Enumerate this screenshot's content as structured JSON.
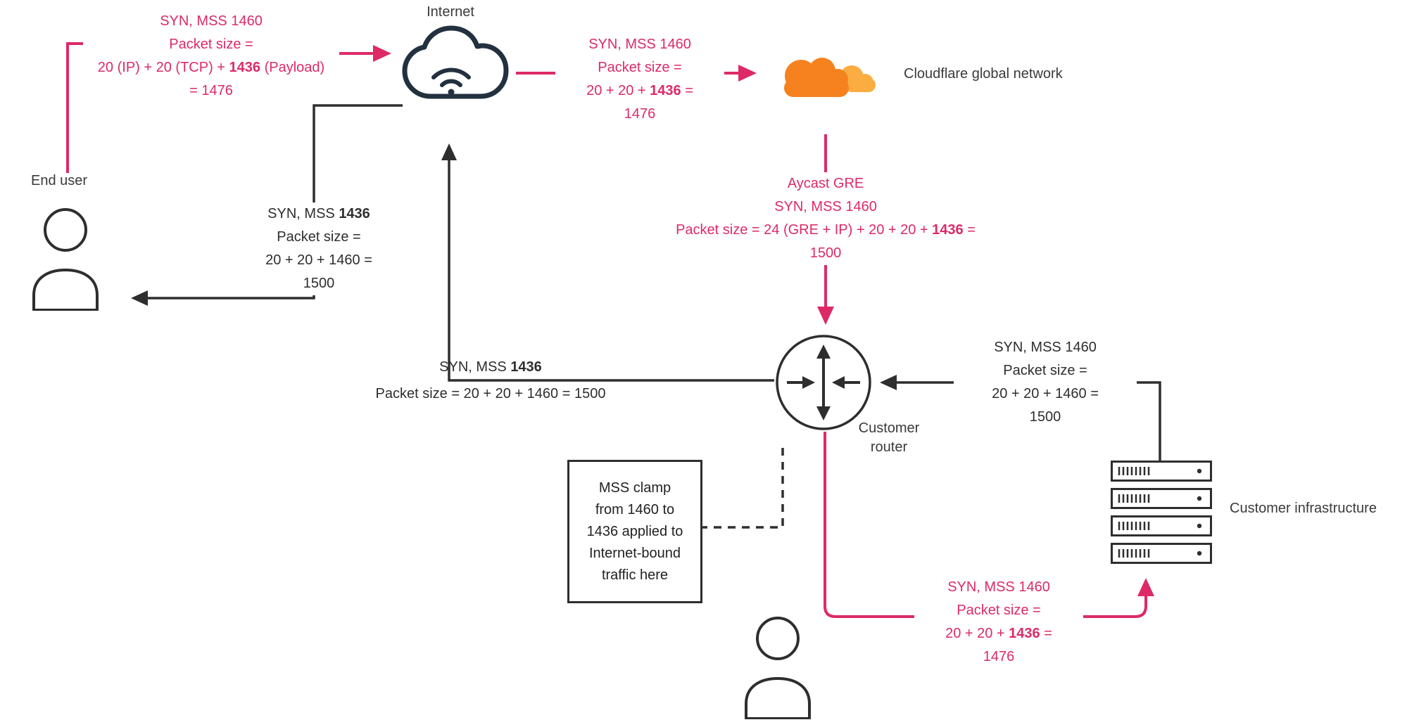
{
  "colors": {
    "pink": "#dd2a67",
    "dark": "#2e2e2e",
    "navy": "#22303f",
    "orange": "#f6821f",
    "orange_light": "#fbad41",
    "text": "#3a3a3a",
    "background": "#ffffff"
  },
  "nodes": {
    "internet": {
      "label": "Internet"
    },
    "cloudflare": {
      "label": "Cloudflare global network"
    },
    "end_user": {
      "label": "End user"
    },
    "customer_router": {
      "label": "Customer router"
    },
    "customer_infrastructure": {
      "label": "Customer infrastructure"
    }
  },
  "flows": {
    "user_to_internet": {
      "color": "pink",
      "lines": [
        [
          {
            "t": "SYN, MSS 1460"
          }
        ],
        [
          {
            "t": "Packet size ="
          }
        ],
        [
          {
            "t": "20 (IP) + 20 (TCP) + "
          },
          {
            "t": "1436",
            "b": true
          },
          {
            "t": " (Payload)"
          }
        ],
        [
          {
            "t": "= 1476"
          }
        ]
      ]
    },
    "internet_to_cloudflare": {
      "color": "pink",
      "lines": [
        [
          {
            "t": "SYN, MSS 1460"
          }
        ],
        [
          {
            "t": "Packet size ="
          }
        ],
        [
          {
            "t": "20 + 20 + "
          },
          {
            "t": "1436",
            "b": true
          },
          {
            "t": " ="
          }
        ],
        [
          {
            "t": "1476"
          }
        ]
      ]
    },
    "cloudflare_to_router": {
      "color": "pink",
      "lines": [
        [
          {
            "t": "Aycast GRE"
          }
        ],
        [
          {
            "t": "SYN, MSS 1460"
          }
        ],
        [
          {
            "t": "Packet size = 24 (GRE + IP) + 20 + 20 + "
          },
          {
            "t": "1436",
            "b": true
          },
          {
            "t": " ="
          }
        ],
        [
          {
            "t": "1500"
          }
        ]
      ]
    },
    "internet_to_user": {
      "color": "dark",
      "lines": [
        [
          {
            "t": "SYN, MSS "
          },
          {
            "t": "1436",
            "b": true
          }
        ],
        [
          {
            "t": "Packet size ="
          }
        ],
        [
          {
            "t": "20 + 20 + 1460 ="
          }
        ],
        [
          {
            "t": "1500"
          }
        ]
      ]
    },
    "router_to_internet": {
      "color": "dark",
      "lines": [
        [
          {
            "t": "SYN, MSS "
          },
          {
            "t": "1436",
            "b": true
          }
        ],
        [
          {
            "t": "Packet size = 20 + 20 + 1460 = 1500"
          }
        ]
      ]
    },
    "infrastructure_to_router": {
      "color": "dark",
      "lines": [
        [
          {
            "t": "SYN, MSS 1460"
          }
        ],
        [
          {
            "t": "Packet size ="
          }
        ],
        [
          {
            "t": "20 + 20 + 1460 ="
          }
        ],
        [
          {
            "t": "1500"
          }
        ]
      ]
    },
    "origin_to_infrastructure": {
      "color": "pink",
      "lines": [
        [
          {
            "t": "SYN, MSS 1460"
          }
        ],
        [
          {
            "t": "Packet size ="
          }
        ],
        [
          {
            "t": "20 + 20 + "
          },
          {
            "t": "1436",
            "b": true
          },
          {
            "t": " ="
          }
        ],
        [
          {
            "t": "1476"
          }
        ]
      ]
    }
  },
  "mss_clamp_note": {
    "lines": [
      [
        {
          "t": "MSS clamp"
        }
      ],
      [
        {
          "t": "from 1460 to"
        }
      ],
      [
        {
          "t": "1436 applied to"
        }
      ],
      [
        {
          "t": "Internet-bound"
        }
      ],
      [
        {
          "t": "traffic here"
        }
      ]
    ]
  }
}
